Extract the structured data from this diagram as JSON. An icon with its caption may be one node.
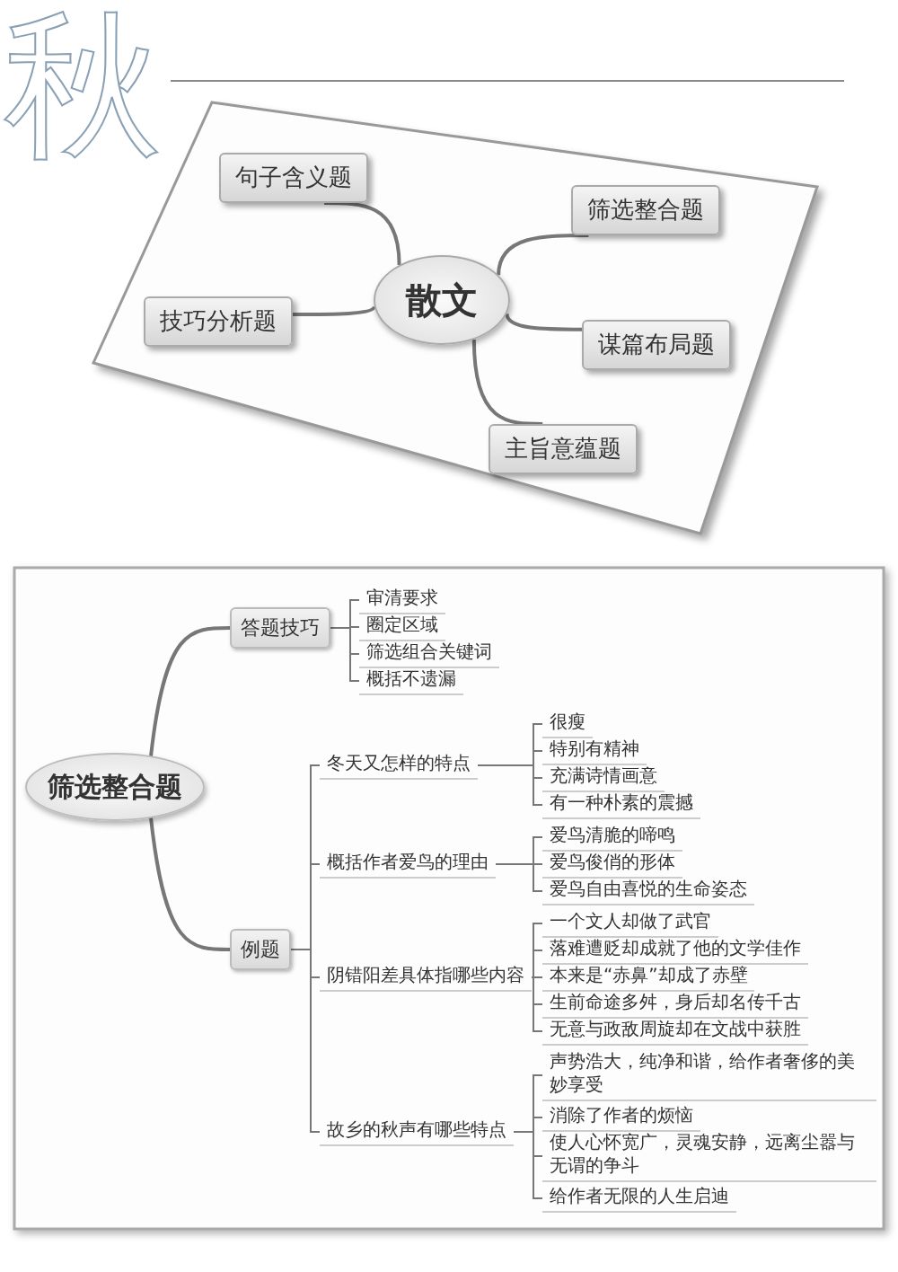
{
  "diagram": {
    "nodes": [
      {
        "text": [
          "散文"
        ]
      },
      {
        "text": [
          "句子含义题"
        ]
      },
      {
        "text": [
          "技巧分析题"
        ]
      },
      {
        "text": [
          "筛选整合题"
        ]
      },
      {
        "text": [
          "谋篇布局题"
        ]
      },
      {
        "text": [
          "主旨意蕴题"
        ]
      },
      {
        "text": [
          "筛选整合题"
        ]
      },
      {
        "text": [
          "答题技巧"
        ]
      },
      {
        "text": [
          "审清要求"
        ]
      },
      {
        "text": [
          "圈定区域"
        ]
      },
      {
        "text": [
          "筛选组合关键词"
        ]
      },
      {
        "text": [
          "概括不遗漏"
        ]
      },
      {
        "text": [
          "例题"
        ]
      },
      {
        "text": [
          "冬天又怎样的特点"
        ]
      },
      {
        "text": [
          "很瘦"
        ]
      },
      {
        "text": [
          "特别有精神"
        ]
      },
      {
        "text": [
          "充满诗情画意"
        ]
      },
      {
        "text": [
          "有一种朴素的震撼"
        ]
      },
      {
        "text": [
          "概括作者爱鸟的理由"
        ]
      },
      {
        "text": [
          "爱鸟清脆的啼鸣"
        ]
      },
      {
        "text": [
          "爱鸟俊俏的形体"
        ]
      },
      {
        "text": [
          "爱鸟自由喜悦的生命姿态"
        ]
      },
      {
        "text": [
          "阴错阳差具体指哪些内容"
        ]
      },
      {
        "text": [
          "一个文人却做了武官"
        ]
      },
      {
        "text": [
          "落难遭贬却成就了他的文学佳作"
        ]
      },
      {
        "text": [
          "本来是“赤鼻”却成了赤壁"
        ]
      },
      {
        "text": [
          "生前命途多舛，身后却名传千古"
        ]
      },
      {
        "text": [
          "无意与政敌周旋却在文战中获胜"
        ]
      },
      {
        "text": [
          "故乡的秋声有哪些特点"
        ]
      },
      {
        "text": [
          "声势浩大，纯净和谐，给作者奢侈的美妙享受"
        ]
      },
      {
        "text": [
          "消除了作者的烦恼"
        ]
      },
      {
        "text": [
          "使人心怀宽广，灵魂安静，远离尘嚣与无谓的争斗"
        ]
      },
      {
        "text": [
          "给作者无限的人生启迪"
        ]
      }
    ],
    "edges": [
      {
        "from": 0,
        "to": 1,
        "arrow": "none"
      },
      {
        "from": 0,
        "to": 2,
        "arrow": "none"
      },
      {
        "from": 0,
        "to": 3,
        "arrow": "none"
      },
      {
        "from": 0,
        "to": 4,
        "arrow": "none"
      },
      {
        "from": 0,
        "to": 5,
        "arrow": "none"
      },
      {
        "from": 6,
        "to": 7,
        "arrow": "none"
      },
      {
        "from": 7,
        "to": 8,
        "arrow": "none"
      },
      {
        "from": 7,
        "to": 9,
        "arrow": "none"
      },
      {
        "from": 7,
        "to": 10,
        "arrow": "none"
      },
      {
        "from": 7,
        "to": 11,
        "arrow": "none"
      },
      {
        "from": 6,
        "to": 12,
        "arrow": "none"
      },
      {
        "from": 12,
        "to": 13,
        "arrow": "none"
      },
      {
        "from": 13,
        "to": 14,
        "arrow": "none"
      },
      {
        "from": 13,
        "to": 15,
        "arrow": "none"
      },
      {
        "from": 13,
        "to": 16,
        "arrow": "none"
      },
      {
        "from": 13,
        "to": 17,
        "arrow": "none"
      },
      {
        "from": 12,
        "to": 18,
        "arrow": "none"
      },
      {
        "from": 18,
        "to": 19,
        "arrow": "none"
      },
      {
        "from": 18,
        "to": 20,
        "arrow": "none"
      },
      {
        "from": 18,
        "to": 21,
        "arrow": "none"
      },
      {
        "from": 12,
        "to": 22,
        "arrow": "none"
      },
      {
        "from": 22,
        "to": 23,
        "arrow": "none"
      },
      {
        "from": 22,
        "to": 24,
        "arrow": "none"
      },
      {
        "from": 22,
        "to": 25,
        "arrow": "none"
      },
      {
        "from": 22,
        "to": 26,
        "arrow": "none"
      },
      {
        "from": 22,
        "to": 27,
        "arrow": "none"
      },
      {
        "from": 12,
        "to": 28,
        "arrow": "none"
      },
      {
        "from": 28,
        "to": 29,
        "arrow": "none"
      },
      {
        "from": 28,
        "to": 30,
        "arrow": "none"
      },
      {
        "from": 28,
        "to": 31,
        "arrow": "none"
      },
      {
        "from": 28,
        "to": 32,
        "arrow": "none"
      }
    ],
    "labels": [
      "秋"
    ]
  }
}
